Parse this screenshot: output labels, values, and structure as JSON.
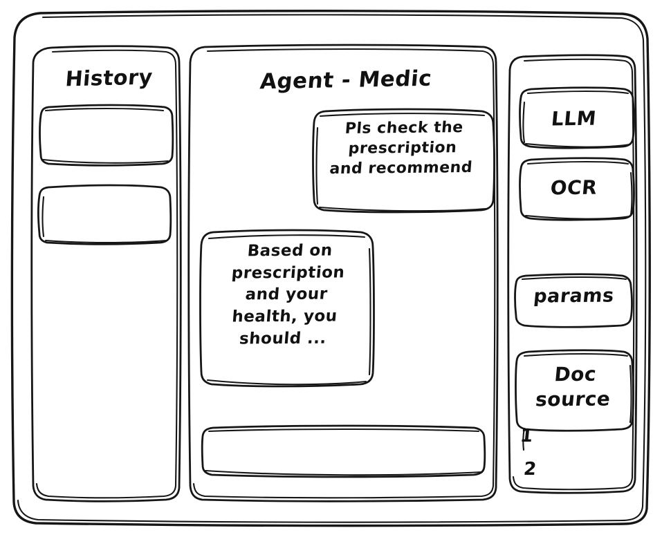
{
  "app": {
    "style": "hand-drawn-wireframe",
    "stroke_color": "#161616",
    "background_color": "#ffffff"
  },
  "sidebar_left": {
    "title": "History",
    "items": [
      {
        "label": "",
        "name": "history-item-1"
      },
      {
        "label": "",
        "name": "history-item-2"
      }
    ]
  },
  "main": {
    "title": "Agent - Medic",
    "messages": [
      {
        "role": "user",
        "text": "Pls check the\nprescription\nand recommend"
      },
      {
        "role": "agent",
        "text": "Based on\nprescription\nand your\nhealth, you\nshould ..."
      }
    ],
    "composer": {
      "value": "",
      "placeholder": ""
    }
  },
  "sidebar_right": {
    "tools": [
      {
        "label": "LLM",
        "name": "tool-llm"
      },
      {
        "label": "OCR",
        "name": "tool-ocr"
      },
      {
        "label": "params",
        "name": "tool-params"
      },
      {
        "label": "Doc\nsource",
        "name": "tool-doc-source"
      }
    ],
    "doc_sources": [
      {
        "label": "1"
      },
      {
        "label": "2"
      }
    ]
  }
}
